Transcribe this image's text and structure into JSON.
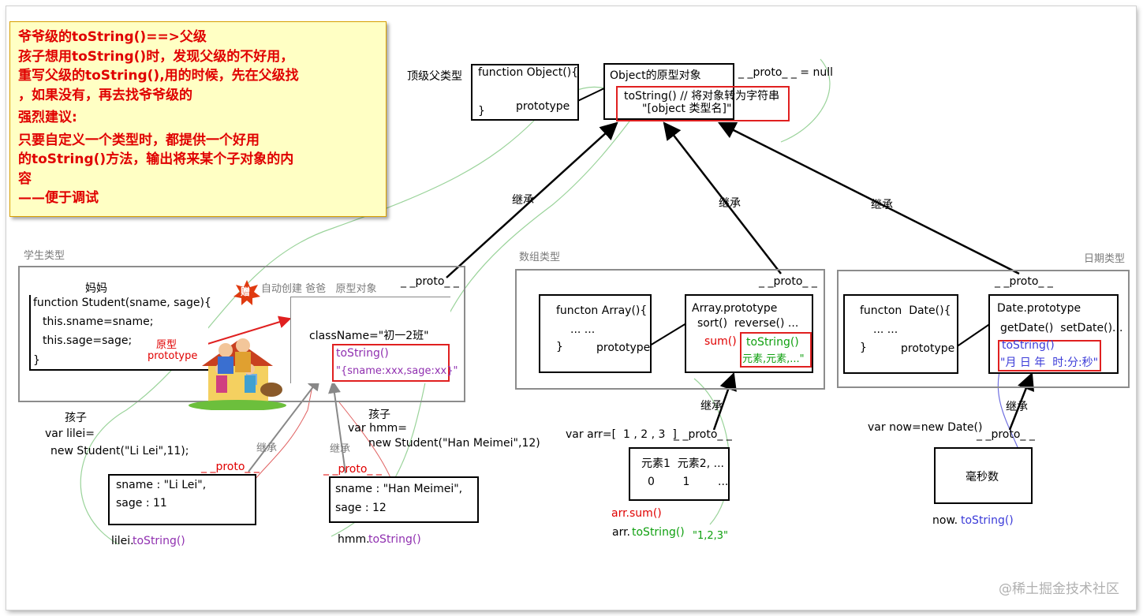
{
  "note": {
    "lines": [
      "爷爷级的toString()==>父级",
      "孩子想用toString()时，发现父级的不好用，",
      "重写父级的toString(),用的时候，先在父级找",
      "，如果没有，再去找爷爷级的",
      "强烈建议:",
      "只要自定义一个类型时，都提供一个好用",
      "的toString()方法，输出将来某个子对象的内",
      "容",
      "——便于调试"
    ]
  },
  "top": {
    "label": "顶级父类型",
    "object_func": [
      "function Object(){",
      "prototype",
      "}"
    ],
    "object_proto_title": "Object的原型对象",
    "proto_null": "_ _proto_ _ = null",
    "tostring_line1": "toString() // 将对象转为字符串",
    "tostring_line2": "\"[object 类型名]\""
  },
  "inherit_label": "继承",
  "student": {
    "section_label": "学生类型",
    "mom_label": "妈妈",
    "func_lines": [
      "function Student(sname, sage){",
      "this.sname=sname;",
      "this.sage=sage;",
      "}"
    ],
    "gift_badge": "赠",
    "auto_label": "自动创建 爸爸   原型对象",
    "proto_label": "_ _proto_ _",
    "classname": "className=\"初一2班\"",
    "tostring": "toString()",
    "tostring_value": "\"{sname:xxx,sage:xx}\"",
    "arrow_label_1": "原型",
    "arrow_label_2": "prototype",
    "child_label": "孩子",
    "lilei_code": [
      "var lilei=",
      "new Student(\"Li Lei\",11);"
    ],
    "lilei_proto": "_ _proto_ _",
    "lilei_fields": [
      "sname : \"Li Lei\",",
      "sage : 11"
    ],
    "lilei_call_obj": "lilei.",
    "lilei_call_method": "toString()",
    "hmm_code": [
      "var hmm=",
      "new Student(\"Han Meimei\",12)"
    ],
    "hmm_proto": "_ _proto_ _",
    "hmm_fields": [
      "sname : \"Han Meimei\",",
      "sage : 12"
    ],
    "hmm_call_obj": "hmm.",
    "hmm_call_method": "toString()"
  },
  "array": {
    "section_label": "数组类型",
    "proto_label": "_ _proto_ _",
    "func_lines": [
      "functon Array(){",
      "... ...",
      "}",
      "prototype"
    ],
    "proto_title": "Array.prototype",
    "methods": "sort()  reverse() ...",
    "sum": "sum()",
    "tostring": "toString()",
    "tostring_value": "元素,元素,...\"",
    "var_line": "var arr=[  1 , 2 , 3  ]",
    "arr_proto": "_ _proto_ _",
    "elements": "元素1  元素2, ...",
    "indices": "0        1        ...",
    "arr_sum": "arr.sum()",
    "arr_call_obj": "arr. ",
    "arr_call_method": "toString()",
    "arr_result": "\"1,2,3\""
  },
  "date": {
    "section_label": "日期类型",
    "proto_label": "_ _proto_ _",
    "func_lines": [
      "functon  Date(){",
      "... ...",
      "}",
      "prototype"
    ],
    "proto_title": "Date.prototype",
    "methods": "getDate()  setDate()...",
    "tostring": "toString()",
    "tostring_value": "\"月 日 年  时:分:秒\"",
    "var_line": "var now=new Date()",
    "now_proto": "_ _proto_ _",
    "ms_label": "毫秒数",
    "now_call_obj": "now. ",
    "now_call_method": "toString()"
  },
  "watermark": "@稀土掘金技术社区",
  "colors": {
    "red": "#e00000",
    "green": "#10a010",
    "blue": "#3a3ad8",
    "purple": "#9030b0",
    "note_bg": "#ffffc4"
  }
}
